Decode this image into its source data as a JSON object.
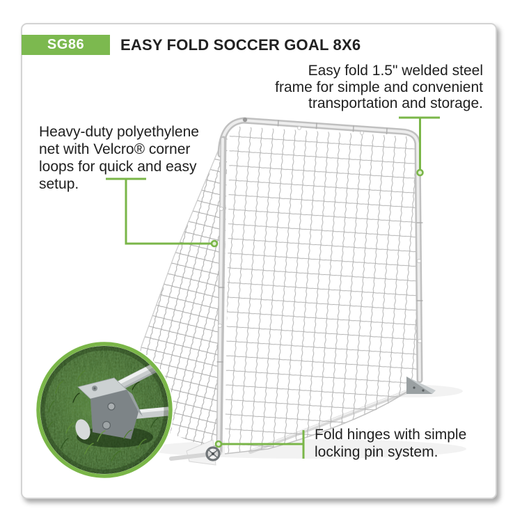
{
  "header": {
    "model": "SG86",
    "title": "EASY FOLD SOCCER GOAL 8X6"
  },
  "callouts": {
    "frame": {
      "lines": [
        "Easy fold 1.5\" welded steel",
        "frame for simple and convenient",
        "transportation and storage."
      ]
    },
    "net": {
      "lines": [
        "Heavy-duty polyethylene",
        "net with Velcro® corner",
        "loops for quick and easy",
        "setup."
      ]
    },
    "hinge": {
      "lines": [
        "Fold hinges with simple",
        "locking pin system."
      ]
    }
  },
  "colors": {
    "accent_green": "#7ab648",
    "badge_green": "#7cb94f",
    "text": "#1f1f1f"
  }
}
